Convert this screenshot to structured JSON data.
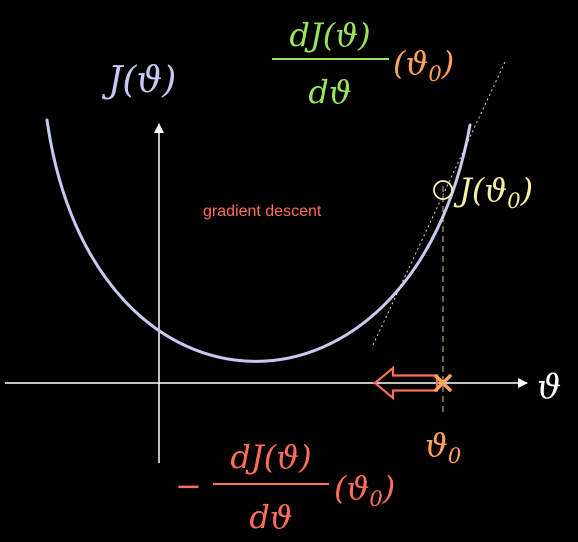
{
  "diagram": {
    "y_axis_label": "J(ϑ)",
    "x_axis_label": "ϑ",
    "caption": "gradient descent",
    "derivative_numerator": "dJ(ϑ)",
    "derivative_denominator": "dϑ",
    "derivative_eval": "(ϑ",
    "theta0_symbol": "ϑ",
    "subscript_zero": "0",
    "close_paren": ")",
    "point_value_label": "J(ϑ",
    "minus_sign": "−"
  },
  "colors": {
    "background": "#000000",
    "axes": "#ffffff",
    "curve": "#c8c8f0",
    "y_axis_label": "#c8c8f0",
    "caption": "#ff6f57",
    "derivative_fraction": "#9be35a",
    "derivative_eval": "#ffa35c",
    "theta0_label": "#ffa35c",
    "point_marker": "#f4f2a6",
    "point_value_label": "#f4f2a6",
    "negative_gradient": "#ff6f57",
    "tangent_line": "#ffffff",
    "dashed_guide": "#ffe28a",
    "x_marker": "#ffa35c"
  },
  "icons": {
    "point_marker": "open-circle",
    "x_marker": "cross",
    "step_direction": "hollow-left-arrow"
  }
}
